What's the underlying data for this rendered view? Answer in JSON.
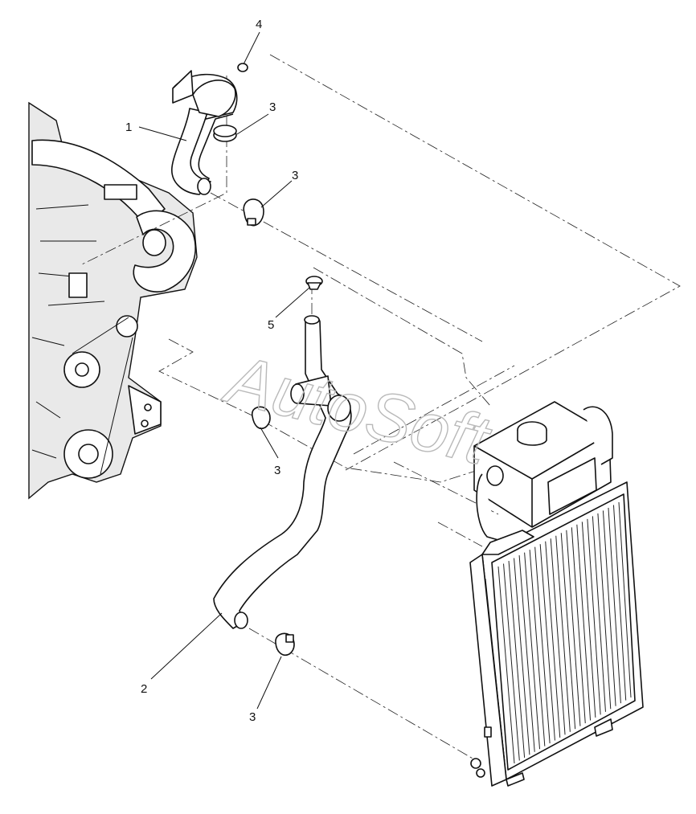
{
  "watermark": "AutoSoft",
  "callouts": [
    "1",
    "2",
    "3",
    "3",
    "3",
    "3",
    "4",
    "5"
  ],
  "colors": {
    "line": "#111111",
    "shade": "#e9e9e9",
    "watermark": "#b9b9b9"
  }
}
